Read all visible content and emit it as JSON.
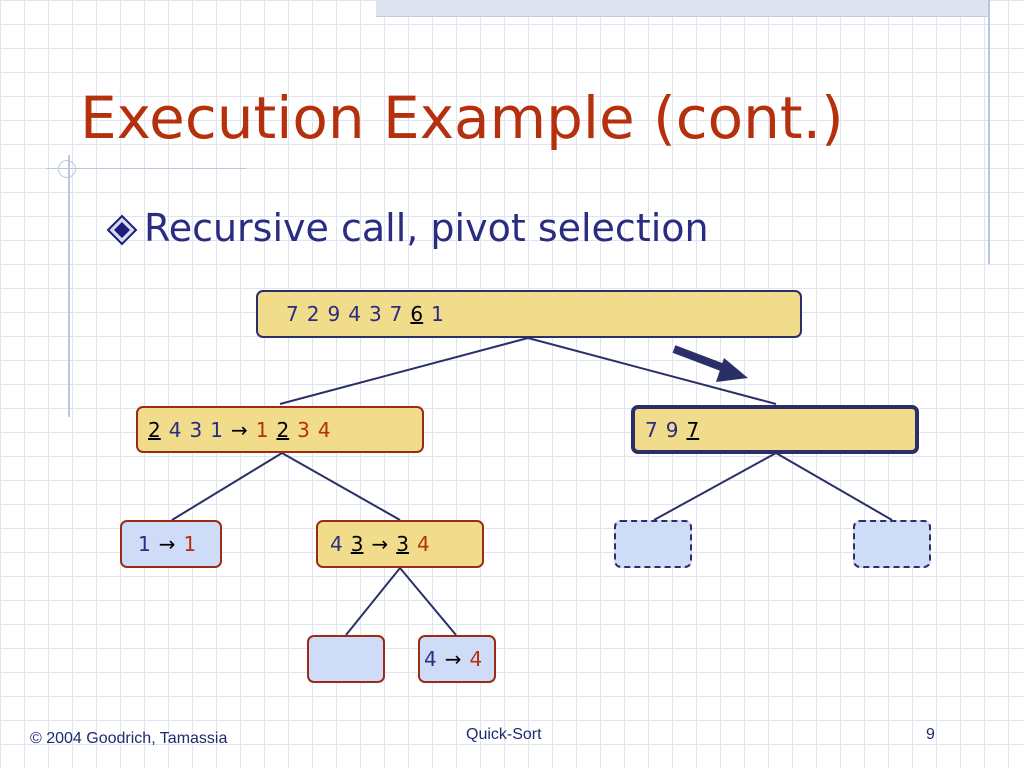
{
  "slide": {
    "title": "Execution Example (cont.)",
    "bullet": "Recursive call, pivot selection"
  },
  "tree": {
    "root": [
      "7",
      "2",
      "9",
      "4",
      "3",
      "7",
      "6",
      "1"
    ],
    "left": {
      "input": [
        "2",
        "4",
        "3",
        "1"
      ],
      "output": [
        "1",
        "2",
        "3",
        "4"
      ]
    },
    "right": {
      "input": [
        "7",
        "9",
        "7"
      ]
    },
    "leaf_1": {
      "input": "1",
      "output": "1"
    },
    "mid": {
      "input": [
        "4",
        "3"
      ],
      "output": [
        "3",
        "4"
      ]
    },
    "leaf_4": {
      "input": "4",
      "output": "4"
    },
    "arrow": "→"
  },
  "footer": {
    "copyright": "© 2004 Goodrich, Tamassia",
    "topic": "Quick-Sort",
    "page": "9"
  },
  "colors": {
    "title": "#b5310e",
    "bullet_text": "#2a2c82",
    "node_yellow": "#f0dc8a",
    "node_blue": "#cfdcf7",
    "node_border": "#9c2a14",
    "tree_line": "#2a2f68"
  },
  "icons": {
    "bullet": "diamond-bullet-icon",
    "pointer": "pointer-arrow-icon"
  }
}
